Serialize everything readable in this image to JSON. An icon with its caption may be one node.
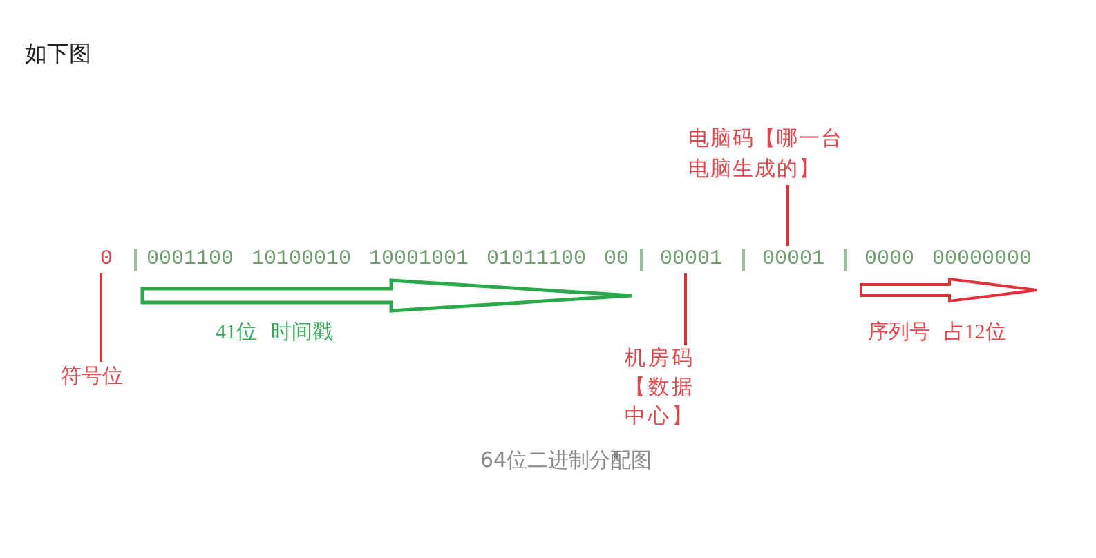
{
  "diagram": {
    "caption": "64位二进制分配图",
    "nodes": [
      {
        "text": [
          "0"
        ]
      },
      {
        "text": [
          "0001100 10100010 10001001 01011100 00"
        ]
      },
      {
        "text": [
          "00001"
        ]
      },
      {
        "text": [
          "00001"
        ]
      },
      {
        "text": [
          "0000 00000000"
        ]
      },
      {
        "text": [
          "符号位"
        ]
      },
      {
        "text": [
          "机房码【数据中心】"
        ]
      },
      {
        "text": [
          "电脑码【哪一台电脑生成的】"
        ]
      }
    ],
    "edges": [
      {
        "from": 5,
        "to": 0,
        "arrow": "none"
      },
      {
        "from": 6,
        "to": 2,
        "arrow": "none"
      },
      {
        "from": 7,
        "to": 3,
        "arrow": "none"
      }
    ],
    "labels": [
      "如下图",
      "41位 时间戳",
      "序列号 占12位"
    ]
  }
}
